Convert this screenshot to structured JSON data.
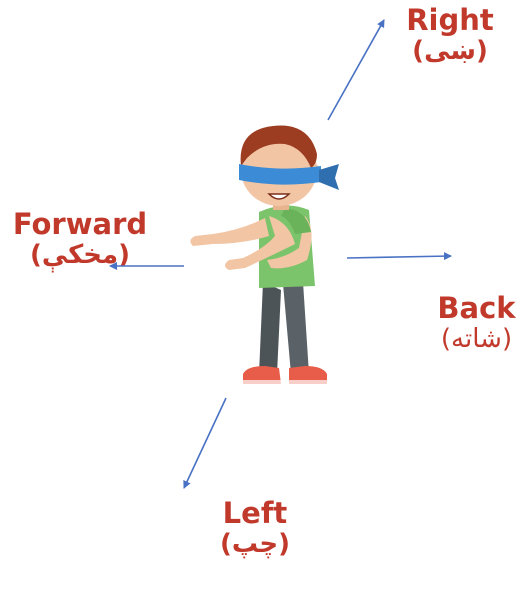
{
  "labels": {
    "right": {
      "en": "Right",
      "ps": "(ښی)"
    },
    "forward": {
      "en": "Forward",
      "ps": "(مخکې)"
    },
    "back": {
      "en": "Back",
      "ps": "(شاته)"
    },
    "left": {
      "en": "Left",
      "ps": "(چپ)"
    }
  },
  "colors": {
    "label_text": "#c0392b",
    "arrow": "#4a72c4"
  }
}
